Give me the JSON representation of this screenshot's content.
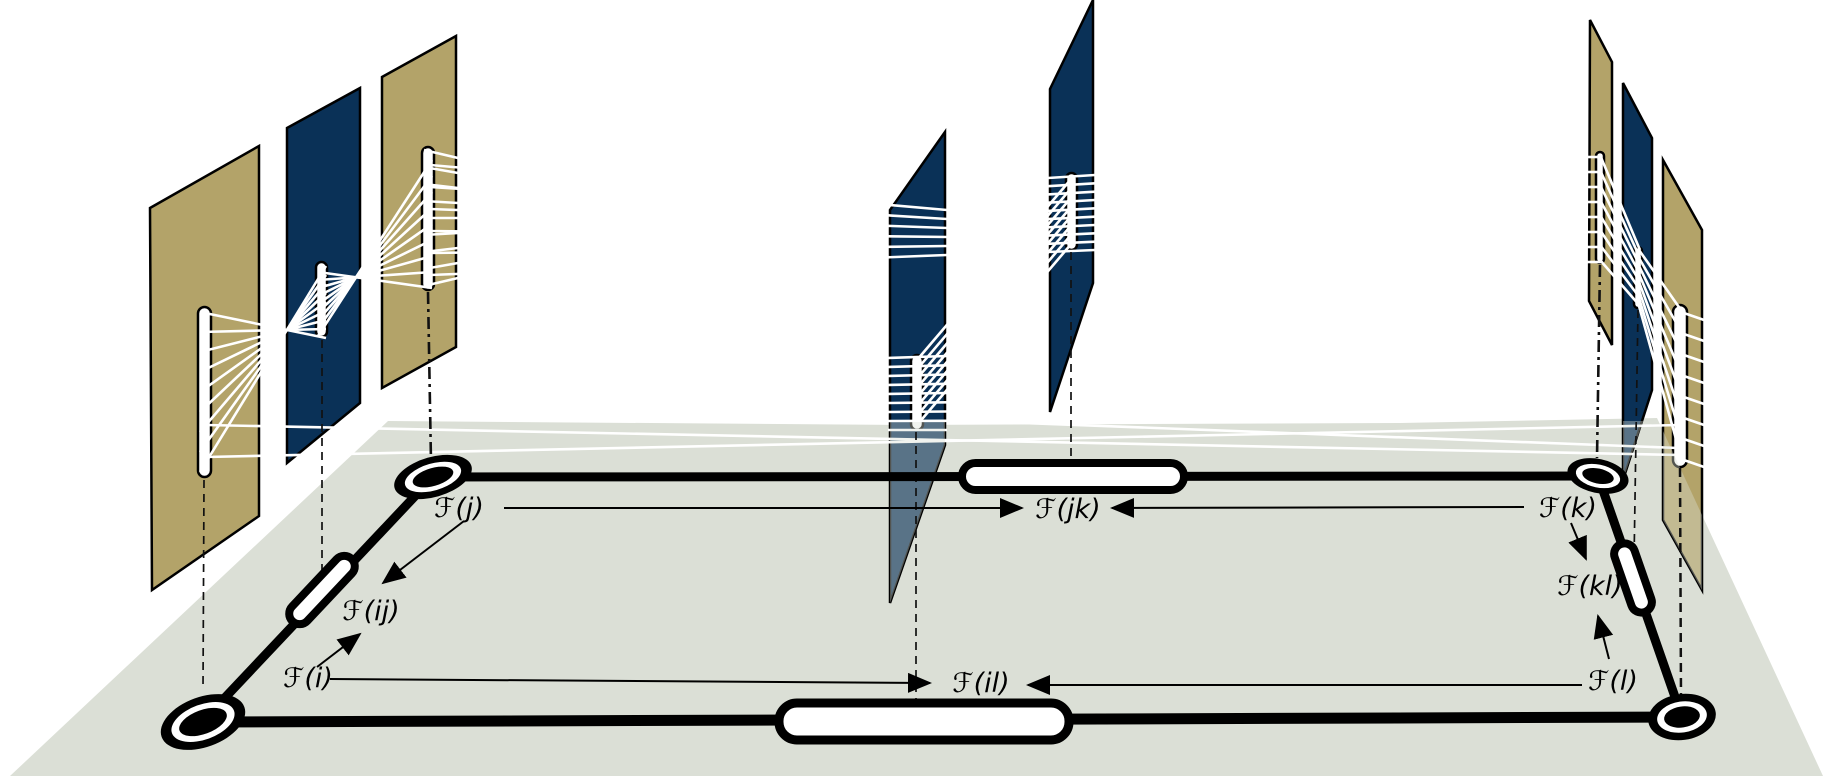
{
  "figure": {
    "description_labels": {
      "j": "ℱ(j)",
      "ij": "ℱ(ij)",
      "i": "ℱ(i)",
      "jk": "ℱ(jk)",
      "k": "ℱ(k)",
      "kl": "ℱ(kl)",
      "l": "ℱ(l)",
      "il": "ℱ(il)"
    },
    "colors": {
      "panel_tan": "#b3a369",
      "panel_navy": "#0a3157",
      "ground": "#dbdfd6",
      "fiber": "#ffffff",
      "ink": "#000000",
      "slot_fill": "#ffffff"
    }
  }
}
